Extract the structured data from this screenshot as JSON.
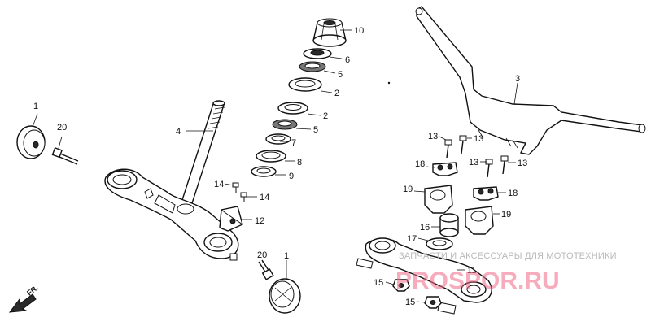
{
  "callouts": {
    "c1a": "1",
    "c20a": "20",
    "c4": "4",
    "c10": "10",
    "c6": "6",
    "c5a": "5",
    "c2a": "2",
    "c2b": "2",
    "c5b": "5",
    "c7": "7",
    "c8": "8",
    "c9": "9",
    "c14a": "14",
    "c14b": "14",
    "c12": "12",
    "c20b": "20",
    "c1b": "1",
    "c3": "3",
    "c13a": "13",
    "c13b": "13",
    "c13c": "13",
    "c13d": "13",
    "c18a": "18",
    "c18b": "18",
    "c19a": "19",
    "c19b": "19",
    "c16": "16",
    "c17": "17",
    "c11": "11",
    "c15a": "15",
    "c15b": "15"
  },
  "watermark": {
    "text": "ЗАПЧАСТИ И АКСЕССУАРЫ ДЛЯ МОТОТЕХНИКИ",
    "logo": "PROSPOR.RU"
  },
  "direction_label": "FR.",
  "colors": {
    "ink": "#111111",
    "logo": "#f06a86",
    "watermark": "#b9b9b9"
  }
}
